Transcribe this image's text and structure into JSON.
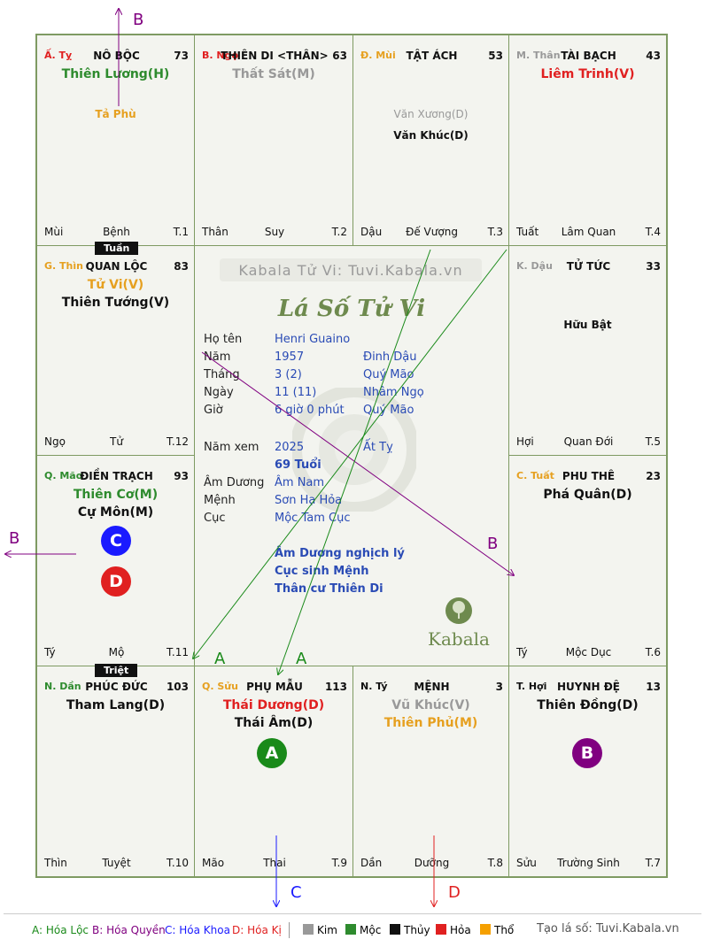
{
  "watermark": "Kabala Tử Vi: Tuvi.Kabala.vn",
  "center_title": "Lá Số Tử Vi",
  "logo_text": "Kabala",
  "info": {
    "rows": [
      {
        "label": "Họ tên",
        "v1": "Henri Guaino",
        "v2": ""
      },
      {
        "label": "Năm",
        "v1": "1957",
        "v2": "Đinh Dậu"
      },
      {
        "label": "Tháng",
        "v1": "3  (2)",
        "v2": "Quý Mão"
      },
      {
        "label": "Ngày",
        "v1": "11  (11)",
        "v2": "Nhâm Ngọ"
      },
      {
        "label": "Giờ",
        "v1": "6 giờ 0 phút",
        "v2": "Quý Mão"
      }
    ],
    "nam_xem_label": "Năm xem",
    "nam_xem": "2025",
    "nam_xem_cc": "Ất Tỵ",
    "tuoi": "69 Tuổi",
    "rows2": [
      {
        "label": "Âm Dương",
        "v1": "Âm Nam"
      },
      {
        "label": "Mệnh",
        "v1": "Sơn Hạ Hỏa"
      },
      {
        "label": "Cục",
        "v1": "Mộc Tam Cục"
      }
    ],
    "notes": [
      "Âm Dương nghịch lý",
      "Cục sinh Mệnh",
      "Thân cư Thiên Di"
    ]
  },
  "cells": [
    {
      "id": "ty",
      "canchi": "Ấ. Tỵ",
      "cc_color": "#e02020",
      "name": "NÔ BỘC",
      "age": "73",
      "main": [
        {
          "t": "Thiên Lương(H)",
          "c": "#2e8b2e"
        }
      ],
      "minor": [
        {
          "t": "Tả Phù",
          "c": "#e6a020"
        }
      ],
      "b_left": "Mùi",
      "b_mid": "Bệnh",
      "b_right": "T.1"
    },
    {
      "id": "ngo",
      "canchi": "B. Ngọ",
      "cc_color": "#e02020",
      "name": "THIÊN DI <THÂN>",
      "age": "63",
      "main": [
        {
          "t": "Thất Sát(M)",
          "c": "#999999"
        }
      ],
      "minor": [],
      "b_left": "Thân",
      "b_mid": "Suy",
      "b_right": "T.2"
    },
    {
      "id": "mui",
      "canchi": "Đ. Mùi",
      "cc_color": "#e6a020",
      "name": "TẬT ÁCH",
      "age": "53",
      "main": [],
      "minor": [
        {
          "t": "Văn Xương(D)",
          "c": "#999999"
        },
        {
          "t": "Văn Khúc(D)",
          "c": "#111111"
        }
      ],
      "b_left": "Dậu",
      "b_mid": "Đế Vượng",
      "b_right": "T.3"
    },
    {
      "id": "than",
      "canchi": "M. Thân",
      "cc_color": "#999999",
      "name": "TÀI BẠCH",
      "age": "43",
      "main": [
        {
          "t": "Liêm Trinh(V)",
          "c": "#e02020"
        }
      ],
      "minor": [],
      "b_left": "Tuất",
      "b_mid": "Lâm Quan",
      "b_right": "T.4"
    },
    {
      "id": "thin",
      "canchi": "G. Thìn",
      "cc_color": "#e6a020",
      "name": "QUAN LỘC",
      "age": "83",
      "main": [
        {
          "t": "Tử Vi(V)",
          "c": "#e6a020"
        },
        {
          "t": "Thiên Tướng(V)",
          "c": "#111111"
        }
      ],
      "minor": [],
      "b_left": "Ngọ",
      "b_mid": "Tử",
      "b_right": "T.12"
    },
    {
      "id": "dau",
      "canchi": "K. Dậu",
      "cc_color": "#999999",
      "name": "TỬ TỨC",
      "age": "33",
      "main": [],
      "minor": [
        {
          "t": "Hữu Bật",
          "c": "#111111"
        }
      ],
      "b_left": "Hợi",
      "b_mid": "Quan Đới",
      "b_right": "T.5"
    },
    {
      "id": "mao",
      "canchi": "Q. Mão",
      "cc_color": "#2e8b2e",
      "name": "ĐIỀN TRẠCH",
      "age": "93",
      "main": [
        {
          "t": "Thiên Cơ(M)",
          "c": "#2e8b2e"
        },
        {
          "t": "Cự Môn(M)",
          "c": "#111111"
        }
      ],
      "minor": [],
      "b_left": "Tý",
      "b_mid": "Mộ",
      "b_right": "T.11"
    },
    {
      "id": "tuat",
      "canchi": "C. Tuất",
      "cc_color": "#e6a020",
      "name": "PHU THÊ",
      "age": "23",
      "main": [
        {
          "t": "Phá Quân(D)",
          "c": "#111111"
        }
      ],
      "minor": [],
      "b_left": "Tý",
      "b_mid": "Mộc Dục",
      "b_right": "T.6"
    },
    {
      "id": "dan",
      "canchi": "N. Dần",
      "cc_color": "#2e8b2e",
      "name": "PHÚC ĐỨC",
      "age": "103",
      "main": [
        {
          "t": "Tham Lang(D)",
          "c": "#111111"
        }
      ],
      "minor": [],
      "b_left": "Thìn",
      "b_mid": "Tuyệt",
      "b_right": "T.10"
    },
    {
      "id": "suu",
      "canchi": "Q. Sửu",
      "cc_color": "#e6a020",
      "name": "PHỤ MẪU",
      "age": "113",
      "main": [
        {
          "t": "Thái Dương(D)",
          "c": "#e02020"
        },
        {
          "t": "Thái Âm(D)",
          "c": "#111111"
        }
      ],
      "minor": [],
      "b_left": "Mão",
      "b_mid": "Thai",
      "b_right": "T.9"
    },
    {
      "id": "ti",
      "canchi": "N. Tý",
      "cc_color": "#111111",
      "name": "MỆNH",
      "age": "3",
      "main": [
        {
          "t": "Vũ Khúc(V)",
          "c": "#999999"
        },
        {
          "t": "Thiên Phủ(M)",
          "c": "#e6a020"
        }
      ],
      "minor": [],
      "b_left": "Dần",
      "b_mid": "Dưỡng",
      "b_right": "T.8"
    },
    {
      "id": "hoi",
      "canchi": "T. Hợi",
      "cc_color": "#111111",
      "name": "HUYNH ĐỆ",
      "age": "13",
      "main": [
        {
          "t": "Thiên Đồng(D)",
          "c": "#111111"
        }
      ],
      "minor": [],
      "b_left": "Sửu",
      "b_mid": "Trường Sinh",
      "b_right": "T.7"
    }
  ],
  "badges": {
    "tuan": "Tuần",
    "triet": "Triệt"
  },
  "circles": {
    "c": "C",
    "d": "D",
    "a": "A",
    "b": "B"
  },
  "arrow_labels": {
    "b_top": "B",
    "b_left": "B",
    "b_mid": "B",
    "a1": "A",
    "a2": "A",
    "c_bottom": "C",
    "d_bottom": "D"
  },
  "legend": {
    "a": "A: Hóa Lộc",
    "b": "B: Hóa Quyền",
    "c": "C: Hóa Khoa",
    "d": "D: Hóa Kị",
    "kim": "Kim",
    "moc": "Mộc",
    "thuy": "Thủy",
    "hoa": "Hỏa",
    "tho": "Thổ",
    "site": "Tạo lá số: Tuvi.Kabala.vn"
  },
  "colors": {
    "kim": "#999999",
    "moc": "#2e8b2e",
    "thuy": "#111111",
    "hoa": "#e02020",
    "tho": "#f5a000",
    "green": "#1a8a1a",
    "purple": "#800080",
    "blue": "#1a1aff",
    "red": "#e02020"
  }
}
